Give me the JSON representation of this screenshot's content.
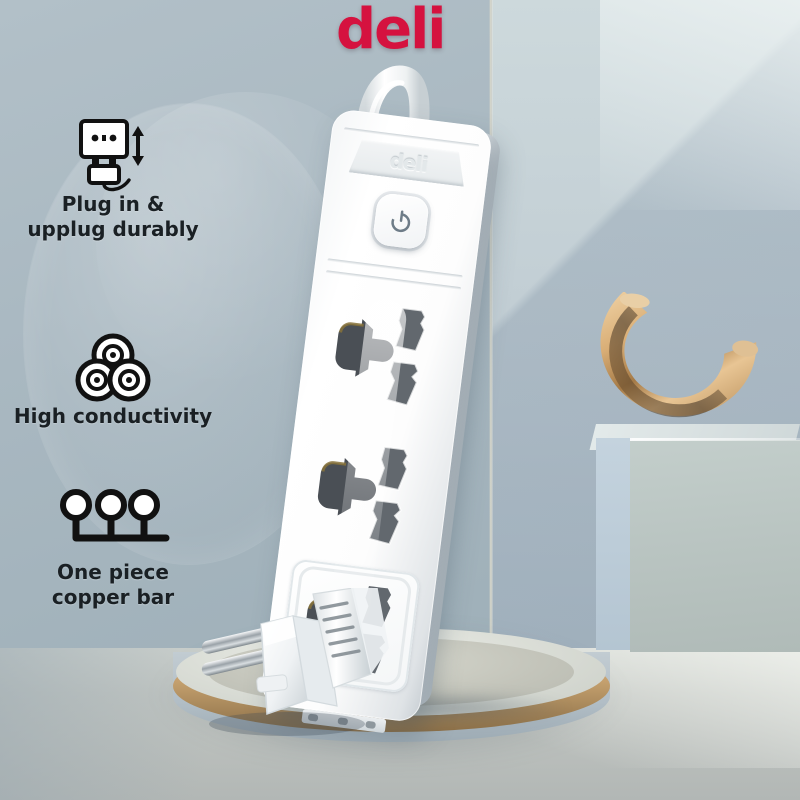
{
  "brand": {
    "logo_text": "deli",
    "logo_color": "#d5123f"
  },
  "scene": {
    "description": "Product photo of a white deli power strip with three universal sockets standing on a circular podium",
    "background_color": "#aebdc6",
    "right_panel_color": "#c3cfd6",
    "floor_color": "#c2c6c2",
    "podium_rim_color": "#c9a471",
    "prop_gold_color": "#c79b5e",
    "cube_color": "#bcc7c4"
  },
  "features": [
    {
      "icon": "plug-and-socket-icon",
      "label": "Plug in &\nupplug durably"
    },
    {
      "icon": "three-wire-strands-icon",
      "label": "High conductivity"
    },
    {
      "icon": "copper-bar-icon",
      "label": "One piece\ncopper bar"
    }
  ],
  "product": {
    "name": "power-strip",
    "emboss_logo": "deli",
    "power_button": {
      "icon": "power-icon",
      "label": ""
    },
    "sockets": [
      {
        "index": 1,
        "type": "universal-socket",
        "style": "flush"
      },
      {
        "index": 2,
        "type": "universal-socket",
        "style": "flush"
      },
      {
        "index": 3,
        "type": "universal-socket",
        "style": "framed"
      }
    ],
    "cable": {
      "icon": "cable-icon"
    },
    "plug": {
      "icon": "eu-plug-icon",
      "pins": 2
    }
  }
}
